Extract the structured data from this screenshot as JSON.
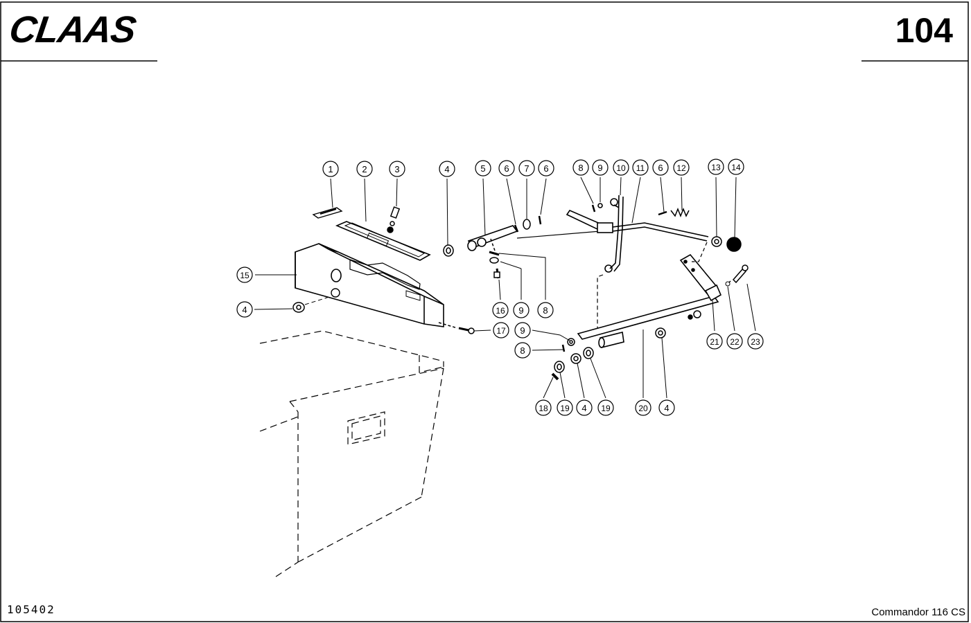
{
  "header": {
    "brand": "CLAAS",
    "page_number": "104"
  },
  "footer": {
    "drawing_number": "105402",
    "model": "Commandor 116 CS"
  },
  "callouts": [
    "1",
    "2",
    "3",
    "4",
    "5",
    "6",
    "7",
    "6",
    "8",
    "9",
    "10",
    "11",
    "6",
    "12",
    "13",
    "14",
    "15",
    "4",
    "16",
    "9",
    "8",
    "17",
    "9",
    "8",
    "18",
    "19",
    "4",
    "19",
    "20",
    "4",
    "21",
    "22",
    "23"
  ]
}
